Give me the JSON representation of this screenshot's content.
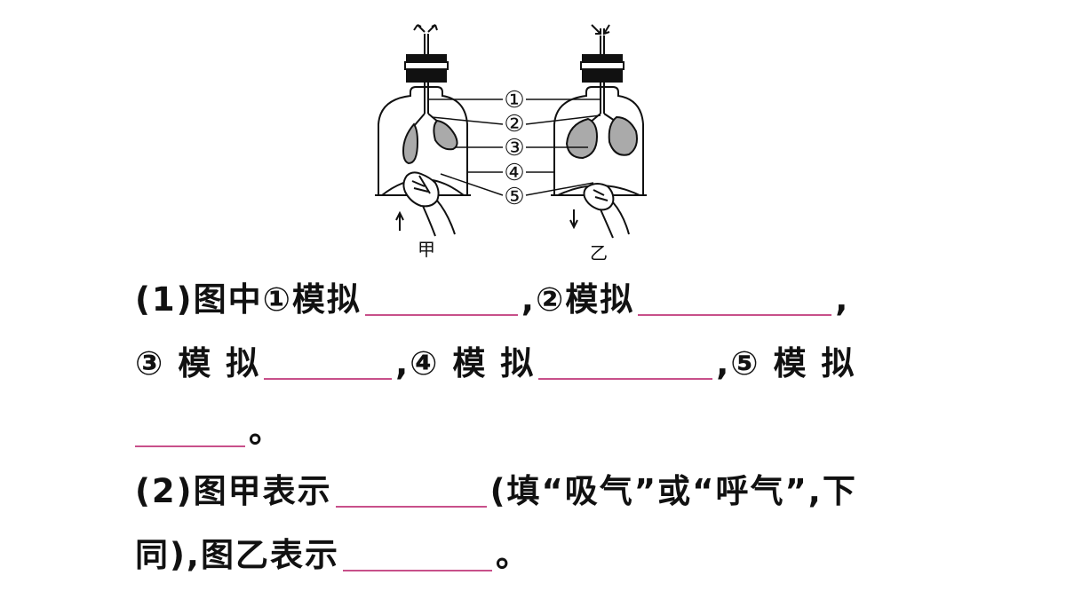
{
  "diagram": {
    "markers": [
      "①",
      "②",
      "③",
      "④",
      "⑤"
    ],
    "label_left": "甲",
    "label_right": "乙"
  },
  "q1": {
    "prefix": "(1)图中①模拟",
    "sep1": ",②模拟",
    "sep2": ",",
    "m3": "③ 模 拟",
    "sep3": ",④ 模 拟",
    "sep4": ",⑤ 模 拟",
    "end": "。"
  },
  "q2": {
    "prefix": "(2)图甲表示",
    "hint": "(填“吸气”或“呼气”,下",
    "line2_start": "同),图乙表示",
    "end": "。"
  }
}
